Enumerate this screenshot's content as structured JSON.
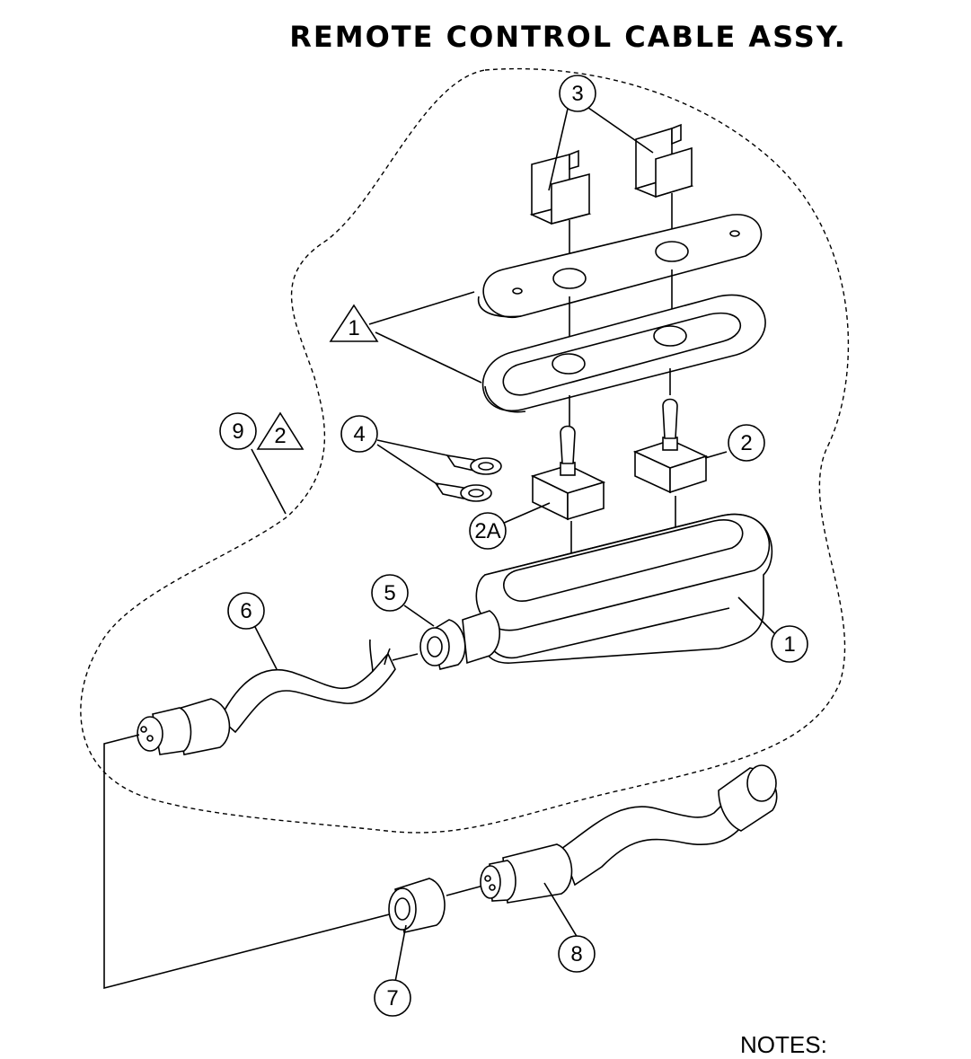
{
  "title": "REMOTE CONTROL CABLE ASSY.",
  "notes_label": "NOTES:",
  "callouts": {
    "c1_enclosure": "1",
    "c1_triangle": "1",
    "c2": "2",
    "c2a": "2A",
    "c2_triangle": "2",
    "c3": "3",
    "c4": "4",
    "c5": "5",
    "c6": "6",
    "c7": "7",
    "c8": "8",
    "c9": "9"
  }
}
